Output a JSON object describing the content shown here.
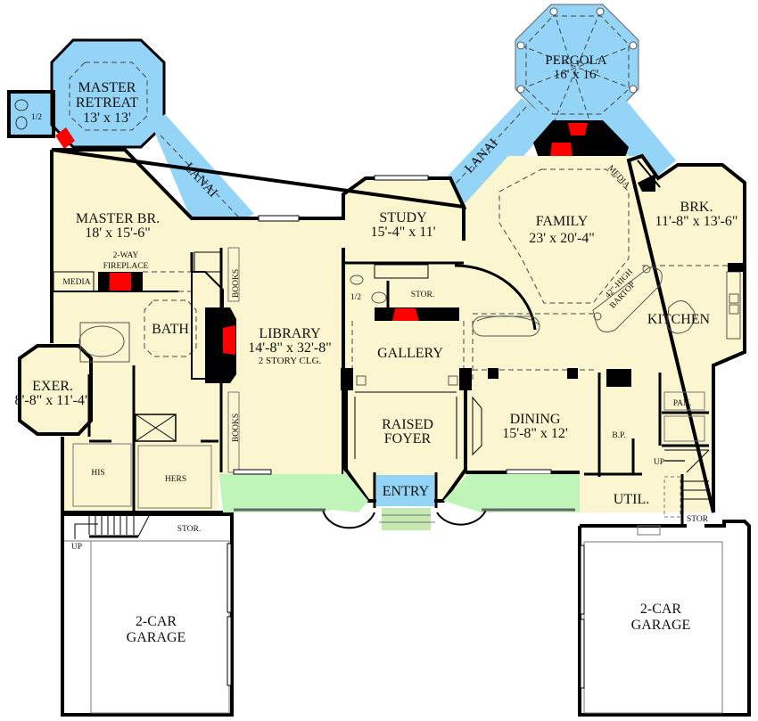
{
  "plan": {
    "colors": {
      "interior": "#fbf6cf",
      "outdoor_covered": "#94d4f7",
      "porch": "#bff5b9",
      "fireplace": "#ff0000",
      "walls": "#000000",
      "garage": "#ffffff"
    },
    "rooms": {
      "master_retreat": {
        "name": "MASTER",
        "name2": "RETREAT",
        "size": "13' x 13'"
      },
      "half_bath_retreat": {
        "name": "1/2"
      },
      "lanai_left": {
        "name": "LANAI"
      },
      "pergola": {
        "name": "PERGOLA",
        "size": "16' x 16'"
      },
      "lanai_right": {
        "name": "LANAI"
      },
      "master_br": {
        "name": "MASTER BR.",
        "size": "18' x 15'-6\""
      },
      "fireplace_2way": {
        "line1": "2-WAY",
        "line2": "FIREPLACE"
      },
      "media_master": {
        "name": "MEDIA"
      },
      "bath": {
        "name": "BATH"
      },
      "books_upper": {
        "name": "BOOKS"
      },
      "books_lower": {
        "name": "BOOKS"
      },
      "library": {
        "name": "LIBRARY",
        "size": "14'-8\" x 32'-8\"",
        "note": "2 STORY CLG."
      },
      "study": {
        "name": "STUDY",
        "size": "15'-4\" x 11'"
      },
      "half_bath_study": {
        "name": "1/2"
      },
      "stor_study": {
        "name": "STOR."
      },
      "family": {
        "name": "FAMILY",
        "size": "23' x 20'-4\""
      },
      "media_family": {
        "name": "MEDIA"
      },
      "bartop": {
        "line1": "42\"-HIGH",
        "line2": "BARTOP"
      },
      "brk": {
        "name": "BRK.",
        "size": "11'-8\" x 13'-6\""
      },
      "kitchen": {
        "name": "KITCHEN"
      },
      "gallery": {
        "name": "GALLERY"
      },
      "exer": {
        "name": "EXER.",
        "size": "8'-8\" x 11'-4\""
      },
      "his": {
        "name": "HIS"
      },
      "hers": {
        "name": "HERS"
      },
      "raised_foyer": {
        "name": "RAISED",
        "name2": "FOYER"
      },
      "entry": {
        "name": "ENTRY"
      },
      "dining": {
        "name": "DINING",
        "size": "15'-8\" x 12'"
      },
      "pantry": {
        "name": "PAN."
      },
      "bp": {
        "name": "B.P."
      },
      "up_right": {
        "name": "UP"
      },
      "util": {
        "name": "UTIL."
      },
      "stor_right": {
        "name": "STOR"
      },
      "stor_left": {
        "name": "STOR."
      },
      "up_left": {
        "name": "UP"
      },
      "garage_left": {
        "name": "2-CAR",
        "name2": "GARAGE"
      },
      "garage_right": {
        "name": "2-CAR",
        "name2": "GARAGE"
      }
    }
  }
}
